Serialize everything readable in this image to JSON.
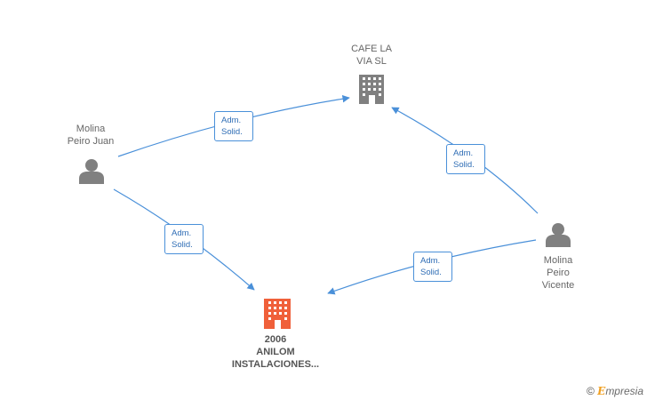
{
  "nodes": {
    "cafe": {
      "label": "CAFE LA\nVIA  SL"
    },
    "juan": {
      "label": "Molina\nPeiro Juan"
    },
    "vicente": {
      "label": "Molina\nPeiro\nVicente"
    },
    "anilom": {
      "label": "2006\nANILOM\nINSTALACIONES..."
    }
  },
  "edges": [
    {
      "line1": "Adm.",
      "line2": "Solid."
    },
    {
      "line1": "Adm.",
      "line2": "Solid."
    },
    {
      "line1": "Adm.",
      "line2": "Solid."
    },
    {
      "line1": "Adm.",
      "line2": "Solid."
    }
  ],
  "colors": {
    "edge": "#4a90d9",
    "person": "#808080",
    "company": "#808080",
    "main_company": "#f0603a"
  },
  "brand": {
    "copyright": "©",
    "e": "E",
    "rest": "mpresia"
  }
}
